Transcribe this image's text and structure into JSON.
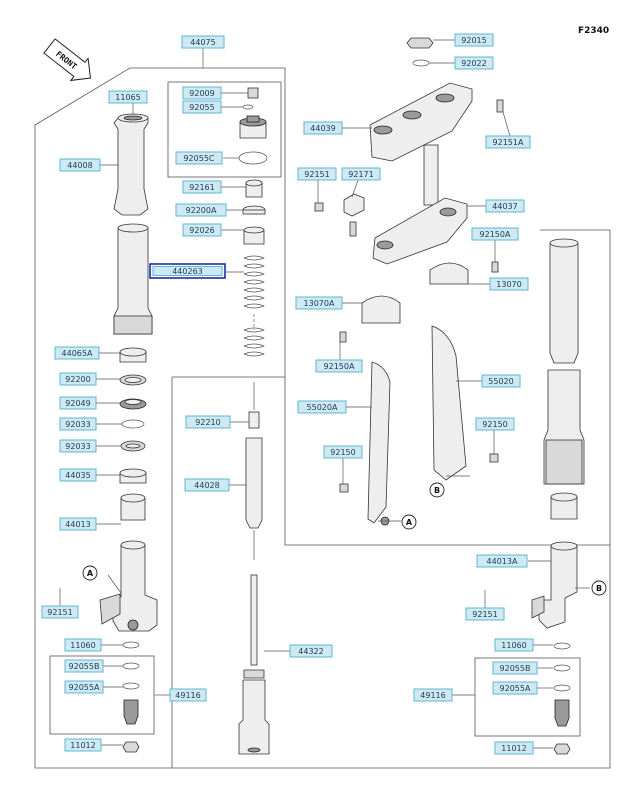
{
  "figure_code": "F2340",
  "front_arrow_label": "FRONT",
  "labels": [
    {
      "id": "44075",
      "text": "44075"
    },
    {
      "id": "11065",
      "text": "11065"
    },
    {
      "id": "92009",
      "text": "92009"
    },
    {
      "id": "92055",
      "text": "92055"
    },
    {
      "id": "92055C",
      "text": "92055C"
    },
    {
      "id": "44008",
      "text": "44008"
    },
    {
      "id": "92161",
      "text": "92161"
    },
    {
      "id": "92200A",
      "text": "92200A"
    },
    {
      "id": "92026",
      "text": "92026"
    },
    {
      "id": "44026G",
      "text": "440263"
    },
    {
      "id": "44065A",
      "text": "44065A"
    },
    {
      "id": "92200",
      "text": "92200"
    },
    {
      "id": "92049",
      "text": "92049"
    },
    {
      "id": "92033a",
      "text": "92033"
    },
    {
      "id": "92033b",
      "text": "92033"
    },
    {
      "id": "44035",
      "text": "44035"
    },
    {
      "id": "44013",
      "text": "44013"
    },
    {
      "id": "92151L",
      "text": "92151"
    },
    {
      "id": "11060L",
      "text": "11060"
    },
    {
      "id": "92055BL",
      "text": "92055B"
    },
    {
      "id": "92055AL",
      "text": "92055A"
    },
    {
      "id": "49116L",
      "text": "49116"
    },
    {
      "id": "11012L",
      "text": "11012"
    },
    {
      "id": "92210",
      "text": "92210"
    },
    {
      "id": "44028",
      "text": "44028"
    },
    {
      "id": "44322",
      "text": "44322"
    },
    {
      "id": "92015",
      "text": "92015"
    },
    {
      "id": "92022",
      "text": "92022"
    },
    {
      "id": "44039",
      "text": "44039"
    },
    {
      "id": "92151A",
      "text": "92151A"
    },
    {
      "id": "92151T",
      "text": "92151"
    },
    {
      "id": "92171",
      "text": "92171"
    },
    {
      "id": "44037",
      "text": "44037"
    },
    {
      "id": "92150A1",
      "text": "92150A"
    },
    {
      "id": "13070",
      "text": "13070"
    },
    {
      "id": "13070A",
      "text": "13070A"
    },
    {
      "id": "92150A2",
      "text": "92150A"
    },
    {
      "id": "55020",
      "text": "55020"
    },
    {
      "id": "55020A",
      "text": "55020A"
    },
    {
      "id": "92150R",
      "text": "92150"
    },
    {
      "id": "92150M",
      "text": "92150"
    },
    {
      "id": "44013A",
      "text": "44013A"
    },
    {
      "id": "92151R",
      "text": "92151"
    },
    {
      "id": "11060R",
      "text": "11060"
    },
    {
      "id": "92055BR",
      "text": "92055B"
    },
    {
      "id": "92055AR",
      "text": "92055A"
    },
    {
      "id": "49116R",
      "text": "49116"
    },
    {
      "id": "11012R",
      "text": "11012"
    }
  ],
  "callouts": [
    {
      "id": "A1",
      "text": "A"
    },
    {
      "id": "A2",
      "text": "A"
    },
    {
      "id": "B1",
      "text": "B"
    },
    {
      "id": "B2",
      "text": "B"
    }
  ],
  "highlight_color": "#1a2fa8",
  "label_fill_color": "#cfe9f2"
}
